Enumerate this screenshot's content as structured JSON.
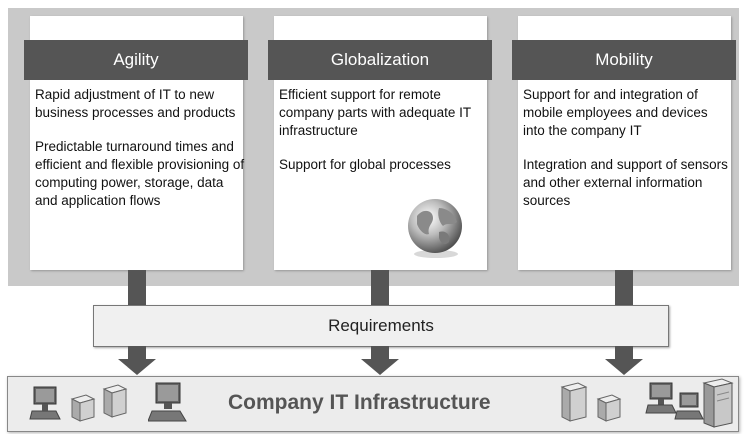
{
  "pillars": [
    {
      "title": "Agility",
      "paragraphs": [
        "Rapid  adjustment of IT to new business processes and products",
        "Predictable turnaround times and efficient and flexible provisioning of computing power, storage, data and application flows"
      ]
    },
    {
      "title": "Globalization",
      "paragraphs": [
        "Efficient support for remote company parts with adequate IT infrastructure",
        "Support for global processes"
      ],
      "icon": "globe-icon"
    },
    {
      "title": "Mobility",
      "paragraphs": [
        "Support for and integration of mobile employees and devices into the company IT",
        "Integration and support of sensors and other external information sources"
      ]
    }
  ],
  "requirements": {
    "label": "Requirements"
  },
  "infrastructure": {
    "label": "Company IT Infrastructure",
    "icons_left": [
      "workstation-icon",
      "server-icon",
      "server-icon",
      "workstation-icon"
    ],
    "icons_right": [
      "server-icon",
      "server-icon",
      "workstation-icon",
      "workstation-icon",
      "server-icon"
    ]
  },
  "colors": {
    "band": "#c9c9c9",
    "header": "#555555",
    "arrow": "#555555"
  }
}
